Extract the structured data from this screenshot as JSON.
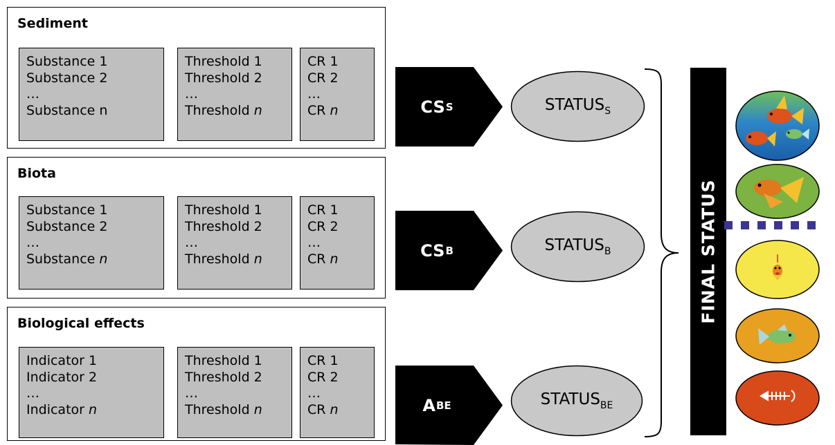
{
  "panels": [
    {
      "title": "Sediment",
      "col1": [
        "Substance 1",
        "Substance 2",
        "…",
        "Substance n"
      ],
      "col2": [
        "Threshold 1",
        "Threshold 2",
        "…",
        "Threshold "
      ],
      "col2_n": "n",
      "col3": [
        "CR 1",
        "CR 2",
        "…",
        "CR "
      ],
      "col3_n": "n"
    },
    {
      "title": "Biota",
      "col1": [
        "Substance 1",
        "Substance 2",
        "…",
        "Substance "
      ],
      "col1_n": "n",
      "col2": [
        "Threshold 1",
        "Threshold 2",
        "…",
        "Threshold "
      ],
      "col2_n": "n",
      "col3": [
        "CR 1",
        "CR 2",
        "…",
        "CR "
      ],
      "col3_n": "n"
    },
    {
      "title": "Biological effects",
      "col1": [
        "Indicator 1",
        "Indicator 2",
        "…",
        "Indicator "
      ],
      "col1_n": "n",
      "col2": [
        "Threshold 1",
        "Threshold 2",
        "…",
        "Threshold "
      ],
      "col2_n": "n",
      "col3": [
        "CR 1",
        "CR 2",
        "…",
        "CR "
      ],
      "col3_n": "n"
    }
  ],
  "arrows": [
    {
      "main": "CS",
      "sub": "S"
    },
    {
      "main": "CS",
      "sub": "B"
    },
    {
      "main": "A",
      "sub": "BE"
    }
  ],
  "statuses": [
    {
      "main": "STATUS",
      "sub": "S"
    },
    {
      "main": "STATUS",
      "sub": "B"
    },
    {
      "main": "STATUS",
      "sub": "BE"
    }
  ],
  "final_status": "FINAL STATUS",
  "colors": {
    "box_gray": "#bfbfbf",
    "status_gray": "#c8c8c8",
    "high": "#2e86c8",
    "good": "#7cb342",
    "moderate": "#f5e64a",
    "poor": "#e8a020",
    "bad": "#d94a1a",
    "divider": "#3d3593"
  },
  "status_classes": [
    {
      "icon": "three-fish-icon",
      "color": "#2e86c8"
    },
    {
      "icon": "fish-icon",
      "color": "#7cb342"
    },
    {
      "icon": "small-fish-icon",
      "color": "#f5e64a"
    },
    {
      "icon": "sick-fish-icon",
      "color": "#e8a020"
    },
    {
      "icon": "fish-skeleton-icon",
      "color": "#d94a1a"
    }
  ]
}
